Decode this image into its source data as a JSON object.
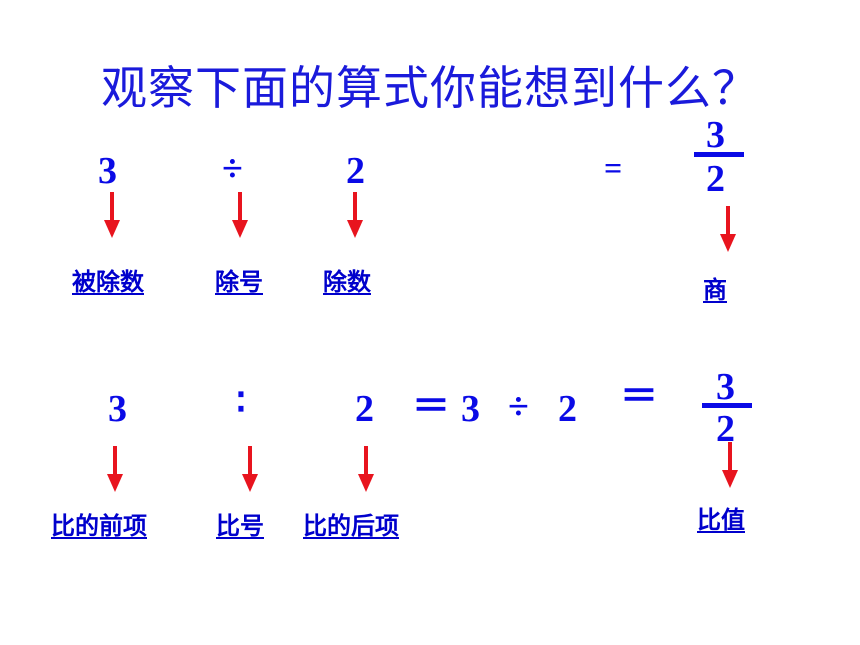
{
  "title": "观察下面的算式你能想到什么？",
  "row1": {
    "dividend": "3",
    "divide_sign": "÷",
    "divisor": "2",
    "equals": "=",
    "quotient_num": "3",
    "quotient_den": "2",
    "labels": {
      "dividend": "被除数",
      "divide_sign": "除号",
      "divisor": "除数",
      "quotient": "商"
    }
  },
  "row2": {
    "antecedent": "3",
    "ratio_sign": "∶",
    "consequent": "2",
    "equals1": "＝",
    "div_a": "3",
    "div_sign": "÷",
    "div_b": "2",
    "equals2": "＝",
    "value_num": "3",
    "value_den": "2",
    "labels": {
      "antecedent": "比的前项",
      "ratio_sign": "比号",
      "consequent": "比的后项",
      "ratio_value": "比值"
    }
  },
  "colors": {
    "text": "#0a0ae6",
    "arrow": "#e8141e"
  }
}
